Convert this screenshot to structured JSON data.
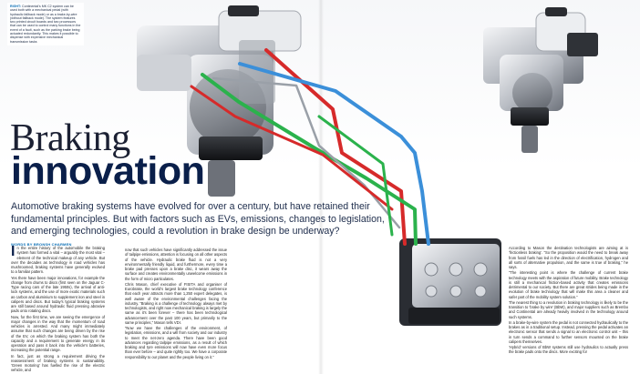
{
  "caption": {
    "lead": "RIGHT:",
    "text": "Continental’s MK C2 system can be used both with a mechanical pedal (with hydraulic fallback mode) or as a brake-by-wire (without fallback mode). The system features two printed circuit boards and two processors that can be used to control many functions in the event of a fault, such as the parking brake being actuated redundantly. This makes it possible to dispense with expensive mechanical transmission tasks"
  },
  "headline": {
    "line1": "Braking",
    "line2": "innovation"
  },
  "standfirst": "Automotive braking systems have evolved for over a century, but have retained their fundamental principles. But with factors such as EVs, emissions, changes to legislation, and emerging technologies, could a revolution in brake design be underway?",
  "byline": "WORDS BY BRONSH CHARMEN",
  "body": {
    "dropcap": "I",
    "col1": [
      "n the entire history of the automobile the braking system has formed a vital – arguably the most vital – element of the technical makeup of any vehicle. But over the decades as technology in road vehicles has mushroomed, braking systems have generally evolved to a familiar pattern.",
      "Yes there have been major innovations, for example the change from drums to discs (first seen on the Jaguar C-Type racing cars of the late 1950s), the arrival of anti-lock systems, and the use of more exotic materials such as carbon and aluminium to supplement iron and steel in calipers and discs. But today’s typical braking systems are still based around hydraulic fluid pressing abrasive pads onto rotating discs.",
      "Now, for the first time, we are seeing the emergence of major changes in the way that the momentum of road vehicles is arrested. And many might immediately assume that such changes are being driven by the rise of the EV, on which the braking system has both the capacity and a requirement to generate energy in its operation and pass it back into the vehicle’s batteries, increasing the potential range.",
      "In fact, just as strong a requirement driving the reassessment of braking systems is sustainability. ‘Green motoring’ has fuelled the rise of the electric vehicle, and"
    ],
    "col2": [
      "now that such vehicles have significantly addressed the issue of tailpipe emissions, attention is focusing on all other aspects of the vehicle. Hydraulic brake fluid is not a very environmentally friendly liquid, and furthermore, every time a brake pad presses upon a brake disc, it wears away the surface and creates environmentally unwelcome emissions in the form of micro particulates.",
      "Chris Mason, chief executive of FISITA and organiser of Eurobrake, the world’s largest brake technology conference that each year attracts more than 1,250 expert delegates, is well aware of the environmental challenges facing the industry. “Braking is a challenge of technology, always met by technologists, and right now mechanical braking is largely the same as it’s been forever – there has been technological advancement over the past 100 years, but primarily to the same principles,” Mason tells VDI.",
      "“Now we have the challenges of the environment, of legislation, emissions, and a will from society and our industry to meet the net-zero agenda. There have been good advances regarding tailpipe emissions, as a result of which braking and tyre emissions will now have even more focus than ever before – and quite rightly too. We have a corporate responsibility to our planet and the people living on it.”"
    ],
    "col3": [
      "According to Mason the destination technologists are aiming at is ‘frictionless braking’. “So the proposition would the need to break away from fossil fuels has led in the direction of electrification, hydrogen and all sorts of alternative propulsion, and the same is true of braking,” he says.",
      "“The interesting point is where the challenge of current brake technology meets with the aspiration of future mobility. Brake technology is still a mechanical friction-based activity that creates emissions detrimental to our society. But there are great strides being made in the evolution of brake technology that will make this area a cleaner and safer part of the mobility system solution.”",
      "The nearest thing to a revolution in braking technology is likely to be the transition to ‘brake by wire’ (BbW), and major suppliers such as Brembo and Continental are already heavily involved in the technology around such systems.",
      "In a brake-by-wire system the pedal is not connected hydraulically to the brakes as in a traditional setup. Instead, pressing the pedal activates an electronic sensor that sends a signal to an electronic control unit – this in turn sends a command to further sensors mounted on the brake calipers themselves.",
      "‘Hybrid’ versions of BbW systems still use hydraulics to actually press the brake pads onto the discs. More exciting for"
    ]
  },
  "colors": {
    "headline_dark": "#0a1f4a",
    "accent_blue": "#0b6fb5",
    "wire_red": "#d62a2a",
    "wire_green": "#2bb24c",
    "wire_blue": "#3b8fd9"
  }
}
